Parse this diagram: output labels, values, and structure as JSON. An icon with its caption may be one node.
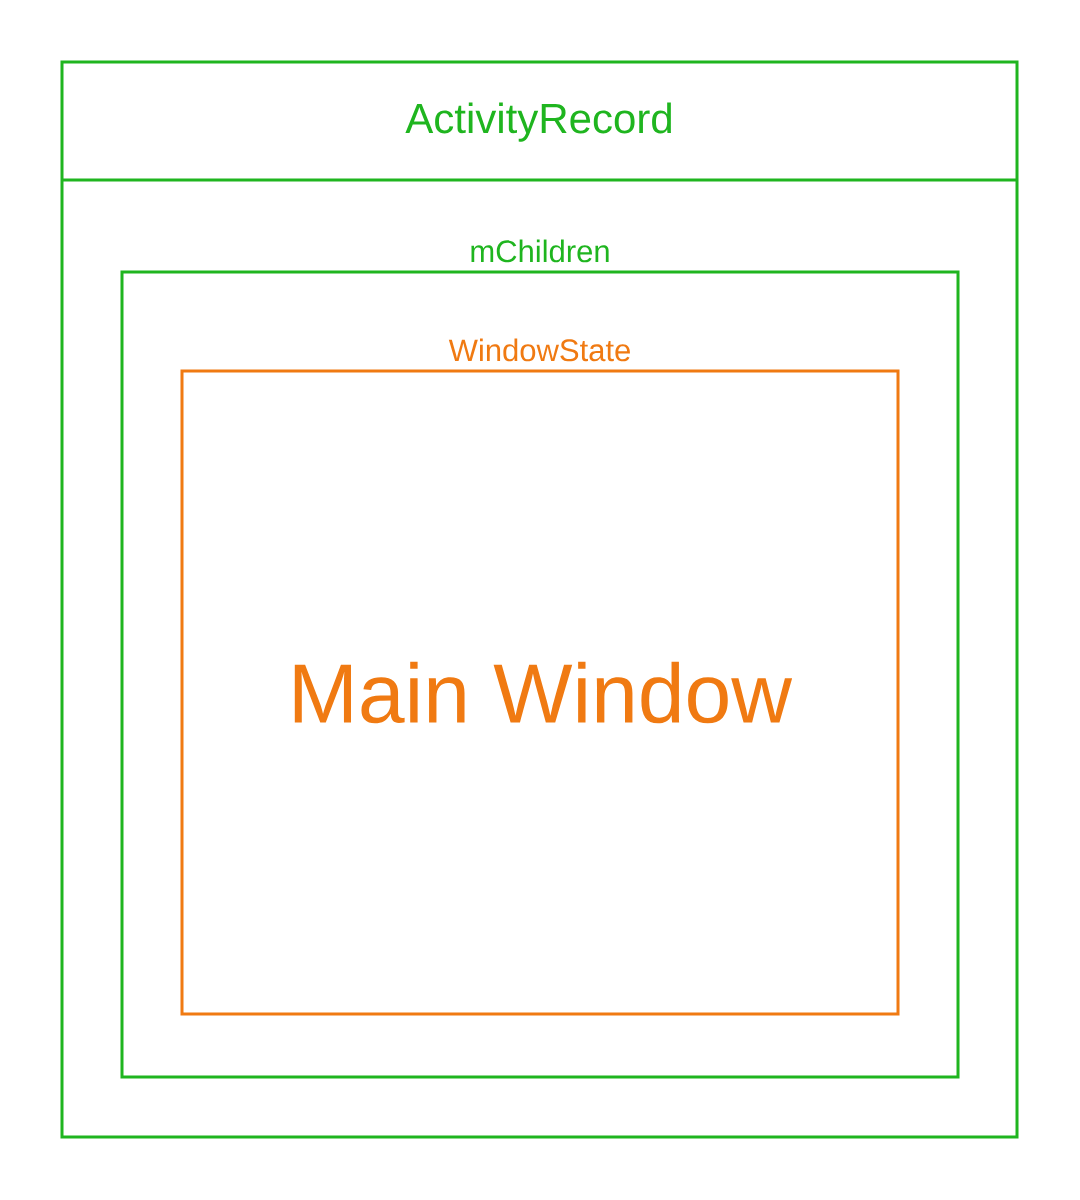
{
  "diagram": {
    "nodes": [
      {
        "text": [
          "ActivityRecord"
        ]
      },
      {
        "text": [
          "mChildren"
        ],
        "in": 0
      },
      {
        "text": [
          "WindowState",
          "Main Window"
        ],
        "in": 1
      }
    ]
  }
}
